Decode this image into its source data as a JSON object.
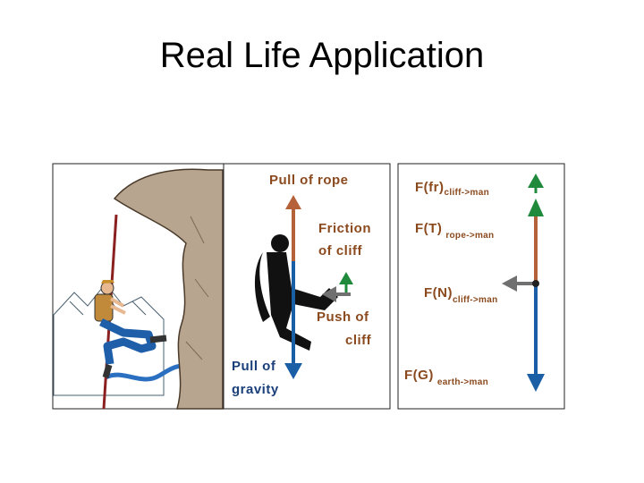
{
  "slide": {
    "title": "Real Life Application"
  },
  "panel_photo": {
    "labels": {
      "pull_of_rope": "Pull of rope",
      "friction_line1": "Friction",
      "friction_line2": "of cliff",
      "push_line1": "Push of",
      "push_line2": "cliff",
      "gravity_line1": "Pull of",
      "gravity_line2": "gravity"
    }
  },
  "panel_fbd": {
    "labels": {
      "friction_main": "F(fr)",
      "friction_sub": "cliff->man",
      "tension_main": "F(T)",
      "tension_sub": "rope->man",
      "normal_main": "F(N)",
      "normal_sub": "cliff->man",
      "gravity_main": "F(G)",
      "gravity_sub": "earth->man"
    }
  },
  "colors": {
    "rope_arrow": "#b5623a",
    "friction_arrow": "#1f8a3c",
    "normal_arrow": "#707070",
    "gravity_arrow": "#1a5fa6",
    "label_brown": "#8b4a1e",
    "label_blue": "#1a3f7a",
    "cliff": "#b8a590"
  },
  "icons": [
    "climber-illustration",
    "silhouette-figure",
    "cliff-rock",
    "mountains"
  ]
}
